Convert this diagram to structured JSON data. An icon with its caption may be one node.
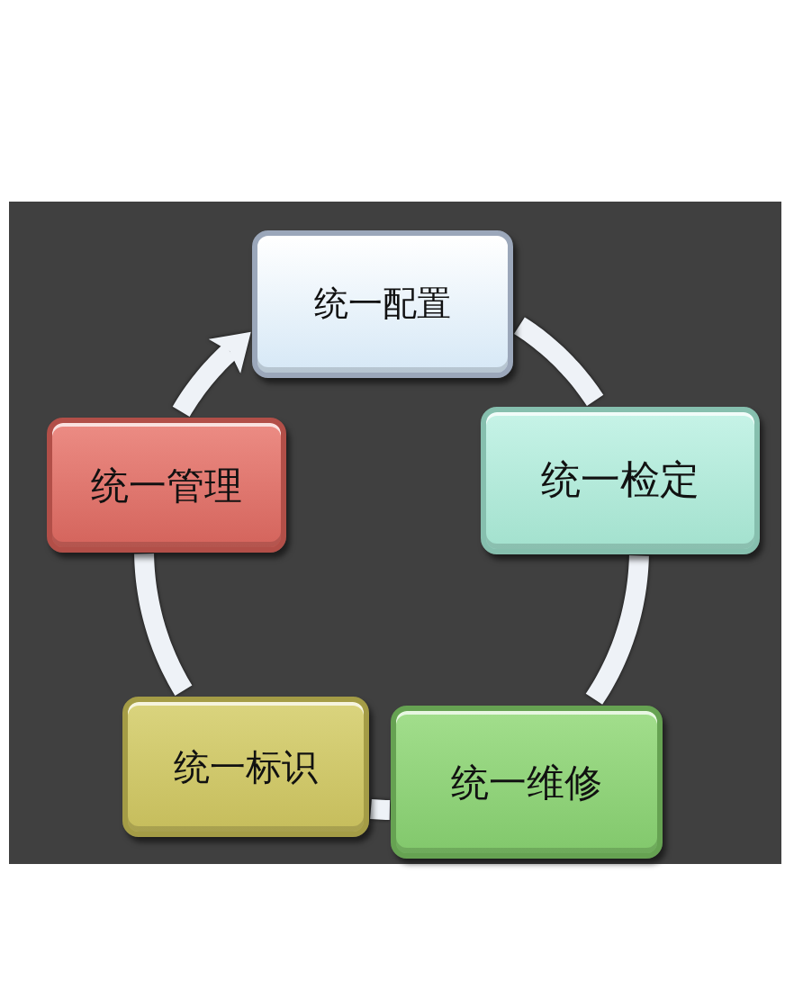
{
  "diagram": {
    "nodes": [
      {
        "text": [
          "统一配置"
        ]
      },
      {
        "text": [
          "统一检定"
        ]
      },
      {
        "text": [
          "统一维修"
        ]
      },
      {
        "text": [
          "统一标识"
        ]
      },
      {
        "text": [
          "统一管理"
        ]
      }
    ],
    "edges": [
      {
        "from": 0,
        "to": 1,
        "arrow": "none"
      },
      {
        "from": 1,
        "to": 2,
        "arrow": "none"
      },
      {
        "from": 2,
        "to": 3,
        "arrow": "none"
      },
      {
        "from": 3,
        "to": 4,
        "arrow": "none"
      },
      {
        "from": 4,
        "to": 0,
        "arrow": "to"
      }
    ]
  }
}
